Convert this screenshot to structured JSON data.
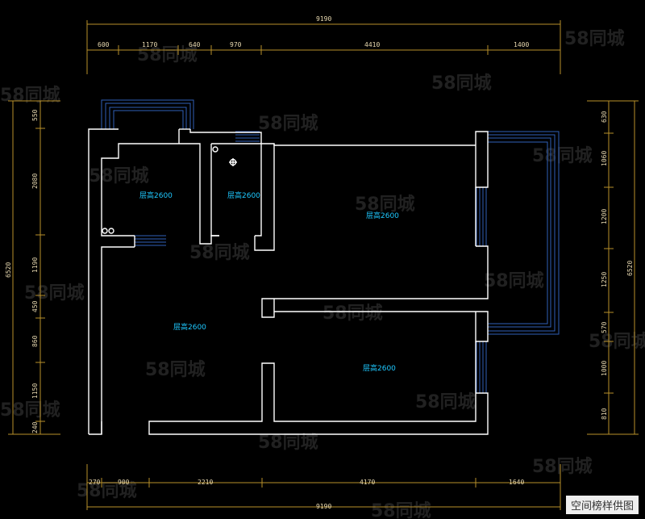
{
  "dimensions": {
    "top_total": "9190",
    "top_segments": [
      "600",
      "1170",
      "640",
      "970",
      "4410",
      "1400"
    ],
    "bottom_segments": [
      "270",
      "900",
      "2210",
      "4170",
      "1640"
    ],
    "bottom_total": "9190",
    "left_total": "6520",
    "left_segments": [
      "550",
      "2080",
      "1190",
      "450",
      "860",
      "1150",
      "240"
    ],
    "right_total": "6520",
    "right_segments": [
      "630",
      "1060",
      "1200",
      "1250",
      "570",
      "1000",
      "810"
    ]
  },
  "rooms": [
    {
      "label": "层高2600"
    },
    {
      "label": "层高2600"
    },
    {
      "label": "层高2600"
    },
    {
      "label": "层高2600"
    },
    {
      "label": "层高2600"
    }
  ],
  "watermark_text": "58同城",
  "caption": "空间榜样供图",
  "colors": {
    "background": "#000000",
    "wall": "#ffffff",
    "dimension_line": "#b8902a",
    "dimension_text": "#e8d9b0",
    "room_label": "#1ec8ff",
    "window": "#2f5fb8"
  }
}
